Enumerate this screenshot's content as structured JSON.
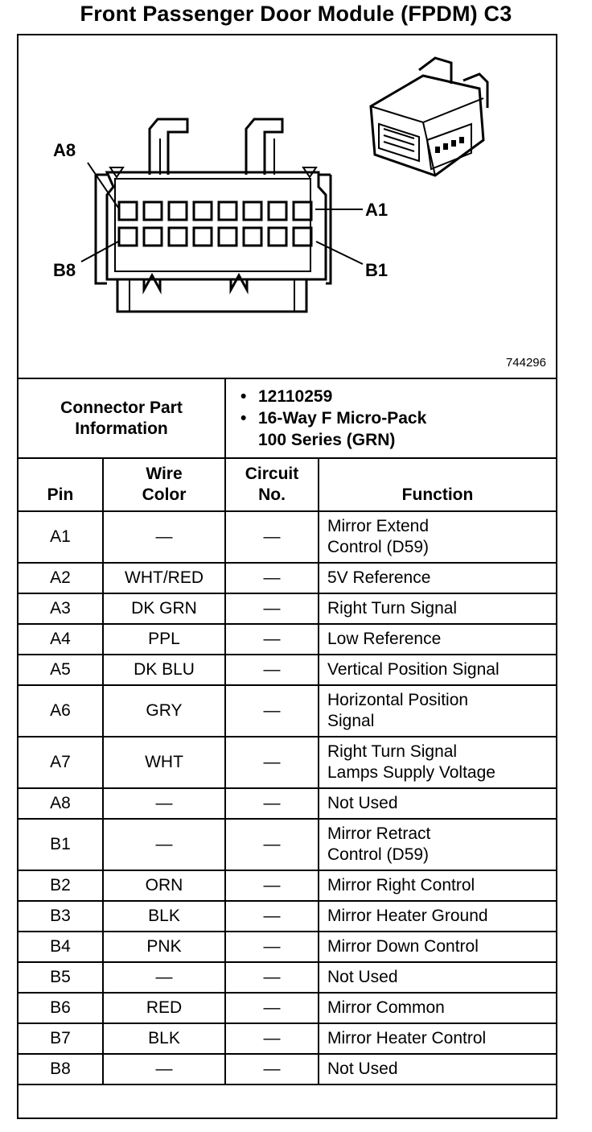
{
  "title": "Front Passenger Door Module (FPDM) C3",
  "diagram": {
    "figure_number": "744296",
    "labels": {
      "a8": "A8",
      "a1": "A1",
      "b8": "B8",
      "b1": "B1"
    }
  },
  "connector_info": {
    "label_line1": "Connector Part",
    "label_line2": "Information",
    "bullet": "•",
    "part_number": "12110259",
    "type_line1": "16-Way F Micro-Pack",
    "type_line2": "100 Series (GRN)"
  },
  "columns": {
    "pin": "Pin",
    "wire_color_line1": "Wire",
    "wire_color_line2": "Color",
    "circuit_line1": "Circuit",
    "circuit_line2": "No.",
    "function": "Function"
  },
  "rows": [
    {
      "pin": "A1",
      "color": "—",
      "circuit": "—",
      "function1": "Mirror Extend",
      "function2": "Control (D59)"
    },
    {
      "pin": "A2",
      "color": "WHT/RED",
      "circuit": "—",
      "function1": "5V Reference",
      "function2": ""
    },
    {
      "pin": "A3",
      "color": "DK GRN",
      "circuit": "—",
      "function1": "Right Turn Signal",
      "function2": ""
    },
    {
      "pin": "A4",
      "color": "PPL",
      "circuit": "—",
      "function1": "Low Reference",
      "function2": ""
    },
    {
      "pin": "A5",
      "color": "DK BLU",
      "circuit": "—",
      "function1": "Vertical Position Signal",
      "function2": ""
    },
    {
      "pin": "A6",
      "color": "GRY",
      "circuit": "—",
      "function1": "Horizontal Position",
      "function2": "Signal"
    },
    {
      "pin": "A7",
      "color": "WHT",
      "circuit": "—",
      "function1": "Right Turn Signal",
      "function2": "Lamps Supply Voltage"
    },
    {
      "pin": "A8",
      "color": "—",
      "circuit": "—",
      "function1": "Not Used",
      "function2": ""
    },
    {
      "pin": "B1",
      "color": "—",
      "circuit": "—",
      "function1": "Mirror Retract",
      "function2": "Control (D59)"
    },
    {
      "pin": "B2",
      "color": "ORN",
      "circuit": "—",
      "function1": "Mirror Right Control",
      "function2": ""
    },
    {
      "pin": "B3",
      "color": "BLK",
      "circuit": "—",
      "function1": "Mirror Heater Ground",
      "function2": ""
    },
    {
      "pin": "B4",
      "color": "PNK",
      "circuit": "—",
      "function1": "Mirror Down Control",
      "function2": ""
    },
    {
      "pin": "B5",
      "color": "—",
      "circuit": "—",
      "function1": "Not Used",
      "function2": ""
    },
    {
      "pin": "B6",
      "color": "RED",
      "circuit": "—",
      "function1": "Mirror Common",
      "function2": ""
    },
    {
      "pin": "B7",
      "color": "BLK",
      "circuit": "—",
      "function1": "Mirror Heater Control",
      "function2": ""
    },
    {
      "pin": "B8",
      "color": "—",
      "circuit": "—",
      "function1": "Not Used",
      "function2": ""
    }
  ]
}
